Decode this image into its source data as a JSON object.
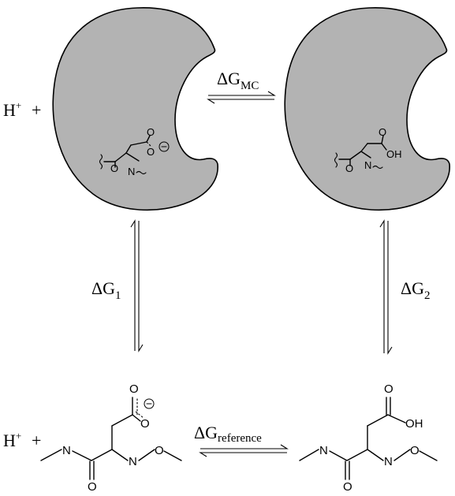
{
  "labels": {
    "proton": "H",
    "proton_charge": "+",
    "plus": "+",
    "delta": "ΔG",
    "mc_sub": "MC",
    "g1_sub": "1",
    "g2_sub": "2",
    "ref_sub": "reference"
  },
  "atoms": {
    "O": "O",
    "N": "N",
    "OH": "OH",
    "minus": "−"
  }
}
